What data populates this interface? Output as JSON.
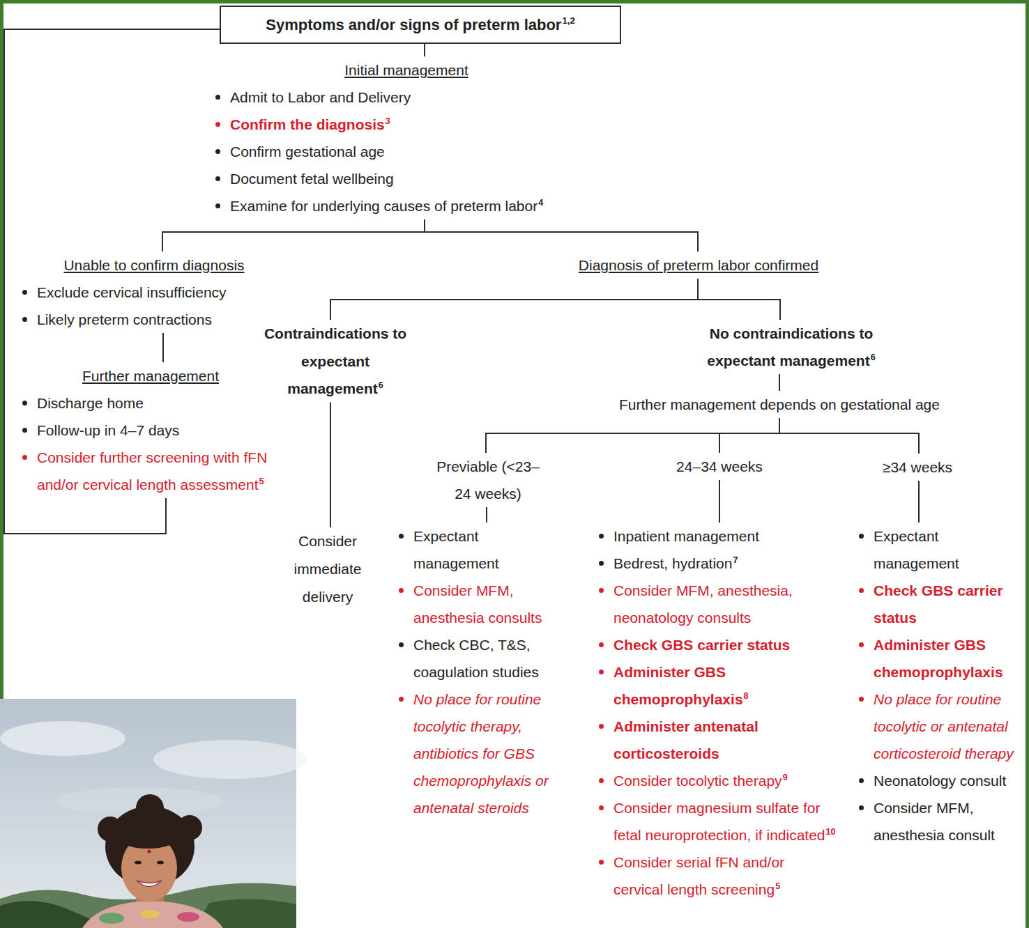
{
  "diagram": {
    "nodes": [
      {
        "text": [
          "Symptoms and/or signs of preterm labor",
          "1,2"
        ]
      },
      {
        "text": [
          "Initial management",
          "Admit to Labor and Delivery",
          "Confirm the diagnosis",
          "3",
          "Confirm gestational age",
          "Document fetal wellbeing",
          "Examine for underlying causes of preterm labor",
          "4"
        ]
      },
      {
        "text": [
          "Unable to confirm diagnosis",
          "Exclude cervical insufficiency",
          "Likely preterm contractions"
        ]
      },
      {
        "text": [
          "Further management",
          "Discharge home",
          "Follow-up in 4–7 days",
          "Consider further screening with fFN and/or cervical length assessment",
          "5"
        ]
      },
      {
        "text": [
          "Diagnosis of preterm labor confirmed"
        ]
      },
      {
        "text": [
          "Contraindications to expectant management",
          "6"
        ]
      },
      {
        "text": [
          "Consider immediate delivery"
        ]
      },
      {
        "text": [
          "No contraindications to expectant management",
          "6"
        ]
      },
      {
        "text": [
          "Further management depends on gestational age"
        ]
      },
      {
        "text": [
          "Previable (<23–24 weeks)"
        ]
      },
      {
        "text": [
          "Expectant management",
          "Consider MFM, anesthesia consults",
          "Check CBC, T&S, coagulation studies",
          "No place for routine tocolytic therapy, antibiotics for GBS chemoprophylaxis or antenatal steroids"
        ]
      },
      {
        "text": [
          "24–34 weeks"
        ]
      },
      {
        "text": [
          "Inpatient management",
          "Bedrest, hydration",
          "7",
          "Consider MFM, anesthesia, neonatology consults",
          "Check GBS carrier status",
          "Administer GBS chemoprophylaxis",
          "8",
          "Administer antenatal corticosteroids",
          "Consider tocolytic therapy",
          "9",
          "Consider magnesium sulfate for fetal neuroprotection, if indicated",
          "10",
          "Consider serial fFN and/or cervical length screening",
          "5"
        ]
      },
      {
        "text": [
          "≥34 weeks"
        ]
      },
      {
        "text": [
          "Expectant management",
          "Check GBS carrier status",
          "Administer GBS chemoprophylaxis",
          "No place for routine tocolytic or antenatal corticosteroid therapy",
          "Neonatology consult",
          "Consider MFM, anesthesia consult"
        ]
      }
    ],
    "edges": [
      {
        "from": 0,
        "to": 1,
        "arrow": "none"
      },
      {
        "from": 1,
        "to": 2,
        "arrow": "none"
      },
      {
        "from": 1,
        "to": 4,
        "arrow": "none"
      },
      {
        "from": 2,
        "to": 3,
        "arrow": "none"
      },
      {
        "from": 3,
        "to": 0,
        "arrow": "none"
      },
      {
        "from": 4,
        "to": 5,
        "arrow": "none"
      },
      {
        "from": 4,
        "to": 7,
        "arrow": "none"
      },
      {
        "from": 5,
        "to": 6,
        "arrow": "none"
      },
      {
        "from": 7,
        "to": 8,
        "arrow": "none"
      },
      {
        "from": 8,
        "to": 9,
        "arrow": "none"
      },
      {
        "from": 8,
        "to": 11,
        "arrow": "none"
      },
      {
        "from": 8,
        "to": 13,
        "arrow": "none"
      },
      {
        "from": 9,
        "to": 10,
        "arrow": "none"
      },
      {
        "from": 11,
        "to": 12,
        "arrow": "none"
      },
      {
        "from": 13,
        "to": 14,
        "arrow": "none"
      }
    ]
  }
}
